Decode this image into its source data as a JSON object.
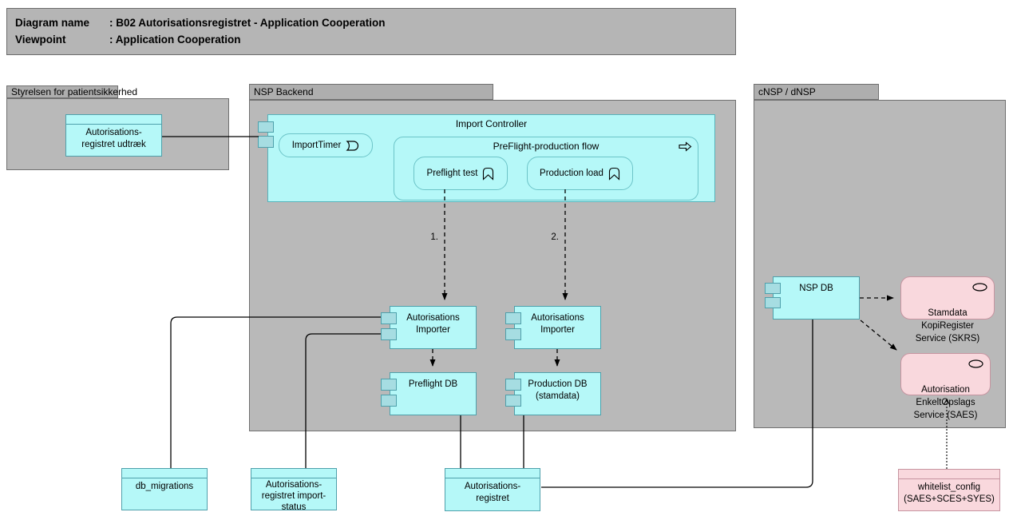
{
  "title_panel": {
    "rows": [
      {
        "label": "Diagram name",
        "value": ": B02 Autorisationsregistret - Application Cooperation"
      },
      {
        "label": "Viewpoint",
        "value": ": Application Cooperation"
      }
    ]
  },
  "groups": {
    "sps": {
      "label": "Styrelsen for patientsikkerhed"
    },
    "backend": {
      "label": "NSP Backend"
    },
    "cnsp": {
      "label": "cNSP / dNSP"
    }
  },
  "nodes": {
    "udtraek": {
      "label": "Autorisations-\nregistret udtræk"
    },
    "import_controller": {
      "label": "Import Controller"
    },
    "import_timer": {
      "label": "ImportTimer",
      "icon": "event-icon"
    },
    "flow": {
      "label": "PreFlight-production flow",
      "icon": "flow-arrow-icon"
    },
    "preflight_test": {
      "label": "Preflight test",
      "icon": "function-icon"
    },
    "production_load": {
      "label": "Production load",
      "icon": "function-icon"
    },
    "importer_left": {
      "label": "Autorisations\nImporter"
    },
    "importer_right": {
      "label": "Autorisations\nImporter"
    },
    "preflight_db": {
      "label": "Preflight DB"
    },
    "production_db": {
      "label": "Production DB\n(stamdata)"
    },
    "nsp_db": {
      "label": "NSP DB"
    },
    "skrs": {
      "label": "Stamdata\nKopiRegister\nService (SKRS)",
      "icon": "service-icon"
    },
    "saes": {
      "label": "Autorisation\nEnkeltOpslags\nService (SAES)",
      "icon": "service-icon"
    },
    "db_migrations": {
      "label": "db_migrations"
    },
    "import_status": {
      "label": "Autorisations-\nregistret import-\nstatus"
    },
    "autorisationsregistret": {
      "label": "Autorisations-\nregistret"
    },
    "whitelist_config": {
      "label": "whitelist_config\n(SAES+SCES+SYES)"
    }
  },
  "connections": {
    "step1_label": "1.",
    "step2_label": "2."
  },
  "colors": {
    "group_gray": "#b9b9b9",
    "group_tab_gray": "#aeaeae",
    "cyan_fill": "#b5f8f8",
    "cyan_border": "#4fa0ab",
    "pink_fill": "#f9d8dd",
    "pink_border": "#c694a0",
    "wire_black": "#1a1a1a"
  }
}
